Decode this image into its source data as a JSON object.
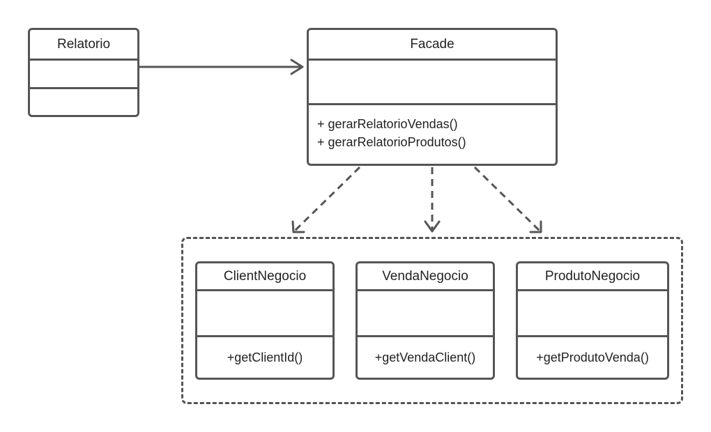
{
  "diagram": {
    "classes": {
      "relatorio": {
        "name": "Relatorio",
        "attributes": [],
        "methods": []
      },
      "facade": {
        "name": "Facade",
        "attributes": [],
        "methods": [
          "+ gerarRelatorioVendas()",
          "+ gerarRelatorioProdutos()"
        ]
      },
      "client_negocio": {
        "name": "ClientNegocio",
        "attributes": [],
        "methods": [
          "+getClientId()"
        ]
      },
      "venda_negocio": {
        "name": "VendaNegocio",
        "attributes": [],
        "methods": [
          "+getVendaClient()"
        ]
      },
      "produto_negocio": {
        "name": "ProdutoNegocio",
        "attributes": [],
        "methods": [
          "+getProdutoVenda()"
        ]
      }
    },
    "relations": [
      {
        "from": "Relatorio",
        "to": "Facade",
        "style": "solid",
        "arrow": "open"
      },
      {
        "from": "Facade",
        "to": "ClientNegocio",
        "style": "dashed",
        "arrow": "open"
      },
      {
        "from": "Facade",
        "to": "VendaNegocio",
        "style": "dashed",
        "arrow": "open"
      },
      {
        "from": "Facade",
        "to": "ProdutoNegocio",
        "style": "dashed",
        "arrow": "open"
      }
    ],
    "colors": {
      "stroke": "#555555",
      "text": "#222222",
      "background": "#ffffff"
    }
  }
}
